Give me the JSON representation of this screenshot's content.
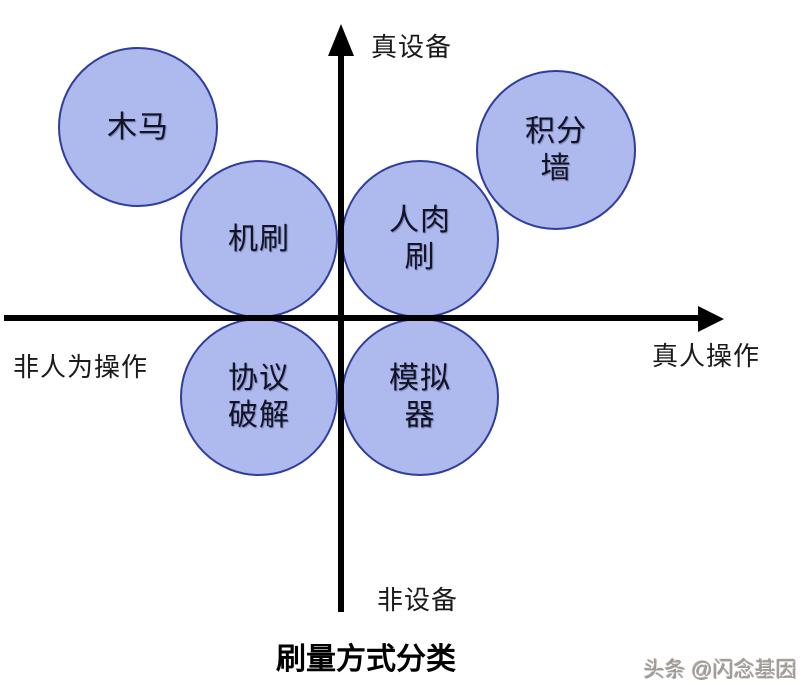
{
  "diagram": {
    "title": "刷量方式分类",
    "axis_labels": {
      "top": "真设备",
      "bottom": "非设备",
      "left": "非人为操作",
      "right": "真人操作"
    },
    "bubbles": [
      {
        "id": "trojan",
        "label": "木马"
      },
      {
        "id": "machine-brush",
        "label": "机刷"
      },
      {
        "id": "human-brush",
        "label": "人肉\n刷"
      },
      {
        "id": "points-wall",
        "label": "积分\n墙"
      },
      {
        "id": "protocol-crack",
        "label": "协议\n破解"
      },
      {
        "id": "emulator",
        "label": "模拟\n器"
      }
    ],
    "colors": {
      "bubble_fill": "#aeb9ee",
      "bubble_border": "#2f3d9c",
      "axis": "#000000",
      "text": "#1a1a1a",
      "bubble_text": "#131326",
      "watermark": "#a39d97"
    },
    "watermark": "头条 @闪念基因"
  }
}
